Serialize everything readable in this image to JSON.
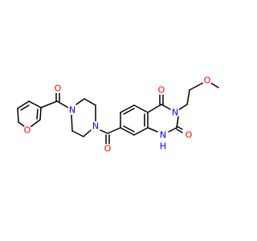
{
  "colors": {
    "bond": "#000000",
    "oxygen": "#FF0000",
    "nitrogen": "#0000FF",
    "background": "#FFFFFF"
  },
  "atoms": {
    "o_furan": "O",
    "o_furoyl": "O",
    "n_pip1": "N",
    "n_pip2": "N",
    "o_amide": "O",
    "o_c4": "O",
    "n3": "N",
    "o_c2": "O",
    "n1h": "N",
    "h_n1": "H",
    "o_methoxy": "O"
  }
}
